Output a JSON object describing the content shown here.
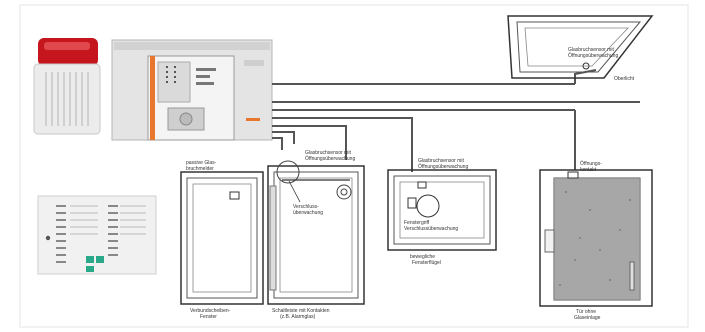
{
  "labels": {
    "skylight": [
      "Glasbruchsensor mit",
      "Öffnungsüberwachung"
    ],
    "skylight_caption": "Oberlicht",
    "door_mon": [
      "Öffnungs-",
      "kontakt"
    ],
    "door_caption": [
      "Tür ohne",
      "Glaseinlage"
    ],
    "window1_top": [
      "passive Glas-",
      "bruchmelder"
    ],
    "window1_caption": [
      "Verbundscheiben-",
      "Fenster"
    ],
    "window2_top": [
      "Glasbruchsensor mit",
      "Öffnungsüberwachung"
    ],
    "window2_mid": [
      "Verschluss-",
      "überwachung"
    ],
    "window2_caption": [
      "Schaltleiste mit Kontakten",
      "(z.B. Alarmglas)"
    ],
    "window3_top": [
      "Glasbruchsensor mit",
      "Öffnungsüberwachung"
    ],
    "window3_mid": [
      "Fenstergriff",
      "Verschlussüberwachung"
    ],
    "window3_caption": [
      "bewegliche",
      "Fensterflügel"
    ]
  },
  "colors": {
    "siren_red": "#c4161c",
    "panel_accent": "#e8762c",
    "led_green": "#2aa88a"
  },
  "icons": {
    "siren": "alarm-siren-icon",
    "panel": "alarm-control-panel-icon",
    "keypad": "indicator-tableau-icon"
  }
}
